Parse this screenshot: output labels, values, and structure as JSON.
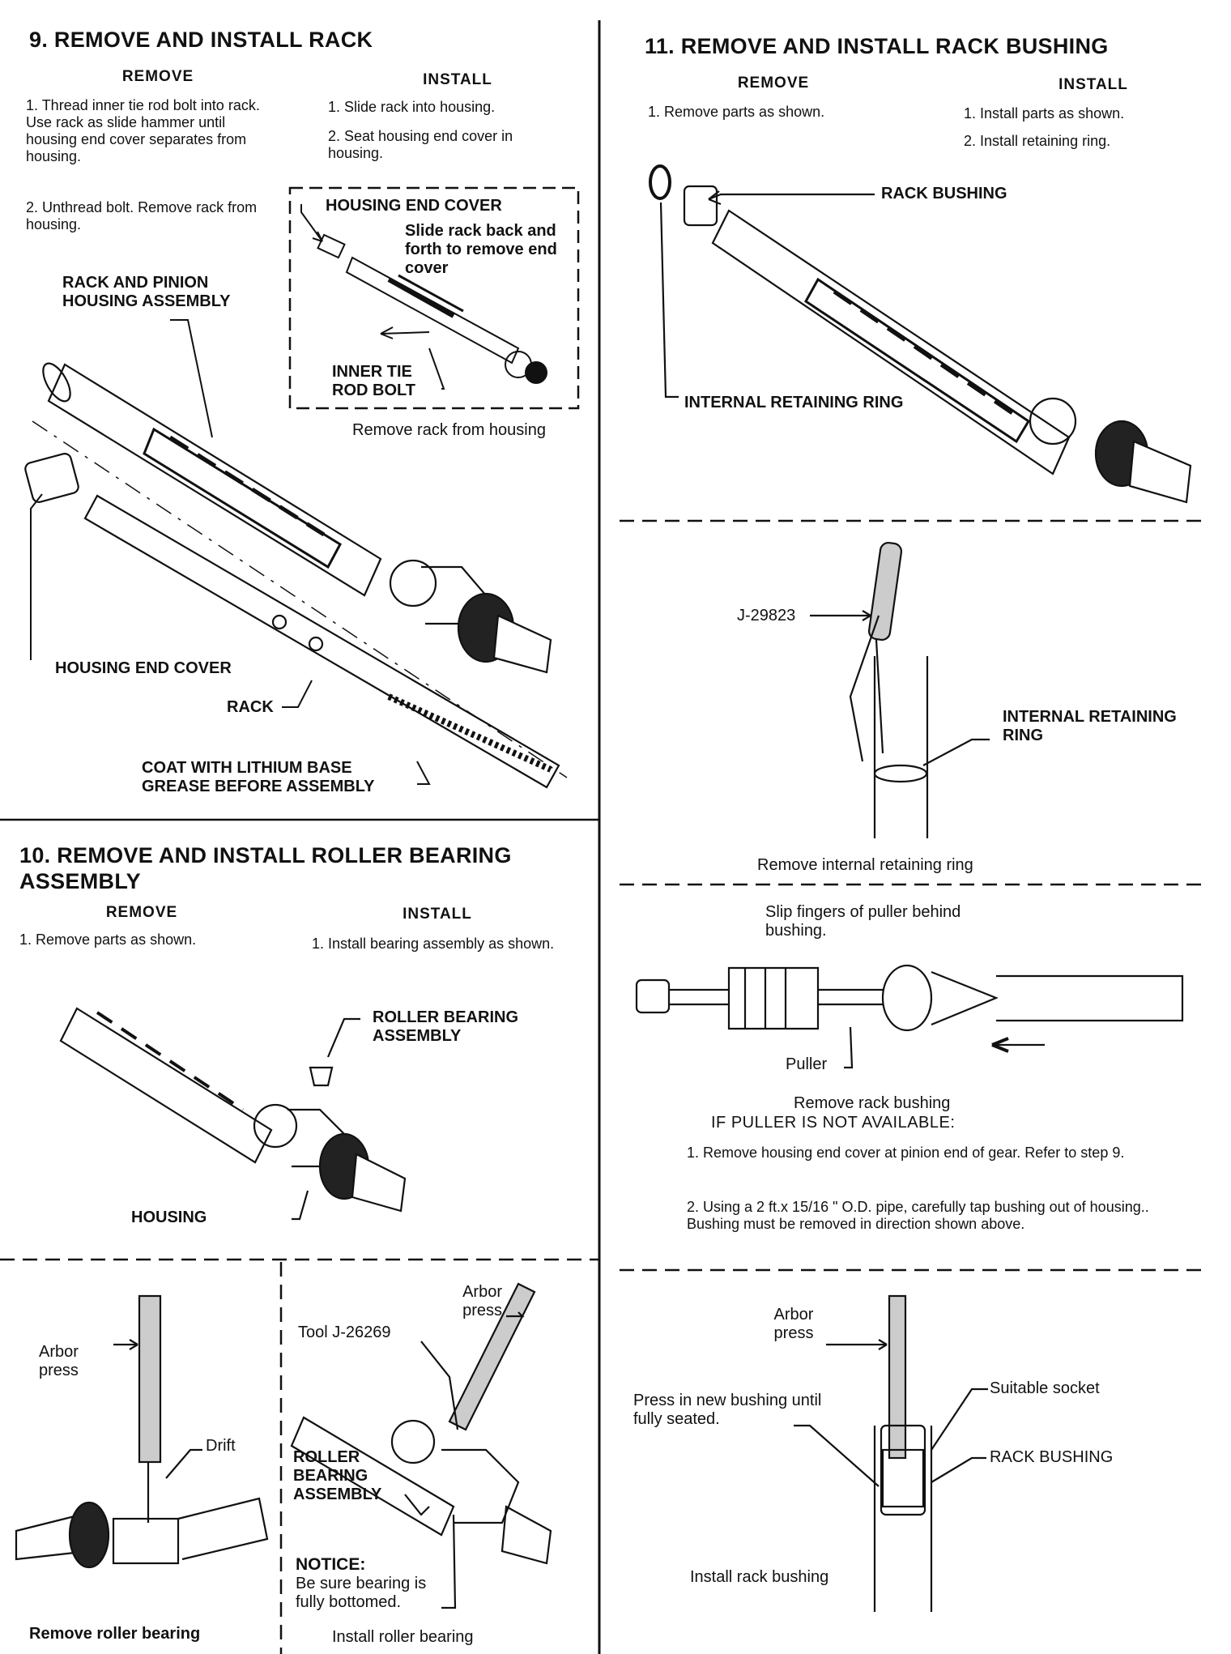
{
  "sec9": {
    "title": "9. REMOVE AND INSTALL RACK",
    "remove_head": "REMOVE",
    "install_head": "INSTALL",
    "remove_steps": [
      "1. Thread inner tie rod bolt into rack. Use rack as slide hammer until housing end cover separates from housing.",
      "2. Unthread bolt. Remove rack from housing."
    ],
    "install_steps": [
      "1. Slide rack into housing.",
      "2. Seat housing end cover in housing."
    ],
    "inset_label_cover": "HOUSING END COVER",
    "inset_note": "Slide rack back and forth to remove end cover",
    "inset_label_bolt": "INNER TIE ROD BOLT",
    "inset_caption": "Remove rack from housing",
    "label_housing": "RACK AND PINION HOUSING ASSEMBLY",
    "label_endcover": "HOUSING END COVER",
    "label_rack": "RACK",
    "label_grease": "COAT WITH LITHIUM BASE GREASE BEFORE ASSEMBLY"
  },
  "sec10": {
    "title": "10. REMOVE AND INSTALL ROLLER BEARING ASSEMBLY",
    "remove_head": "REMOVE",
    "install_head": "INSTALL",
    "remove_step": "1. Remove parts as shown.",
    "install_step": "1. Install bearing assembly as shown.",
    "label_bearing": "ROLLER BEARING ASSEMBLY",
    "label_housing": "HOUSING",
    "left_arbor": "Arbor press",
    "left_drift": "Drift",
    "left_caption": "Remove roller bearing",
    "right_arbor": "Arbor press",
    "right_tool": "Tool J-26269",
    "right_bearing": "ROLLER BEARING ASSEMBLY",
    "notice_head": "NOTICE:",
    "notice_text": "Be sure bearing is fully bottomed.",
    "right_caption": "Install roller bearing"
  },
  "sec11": {
    "title": "11. REMOVE AND INSTALL RACK BUSHING",
    "remove_head": "REMOVE",
    "install_head": "INSTALL",
    "remove_step": "1. Remove parts as shown.",
    "install_steps": [
      "1. Install parts as shown.",
      "2. Install retaining ring."
    ],
    "label_bushing": "RACK BUSHING",
    "label_ring": "INTERNAL RETAINING RING",
    "tool_label": "J-29823",
    "ring_label2": "INTERNAL RETAINING RING",
    "caption_ring": "Remove internal retaining ring",
    "puller_note": "Slip fingers of puller behind bushing.",
    "puller_label": "Puller",
    "caption_puller": "Remove rack bushing",
    "alt_head": "IF PULLER IS NOT AVAILABLE:",
    "alt_steps": [
      "1. Remove housing end cover at pinion end of gear. Refer to step 9.",
      "2. Using a 2 ft.x 15/16 \" O.D. pipe, carefully tap bushing out of housing.. Bushing must be removed in direction shown above."
    ],
    "press_label": "Arbor press",
    "press_note": "Press in new bushing until fully seated.",
    "socket_label": "Suitable socket",
    "bushing_label2": "RACK BUSHING",
    "caption_install": "Install rack bushing"
  }
}
